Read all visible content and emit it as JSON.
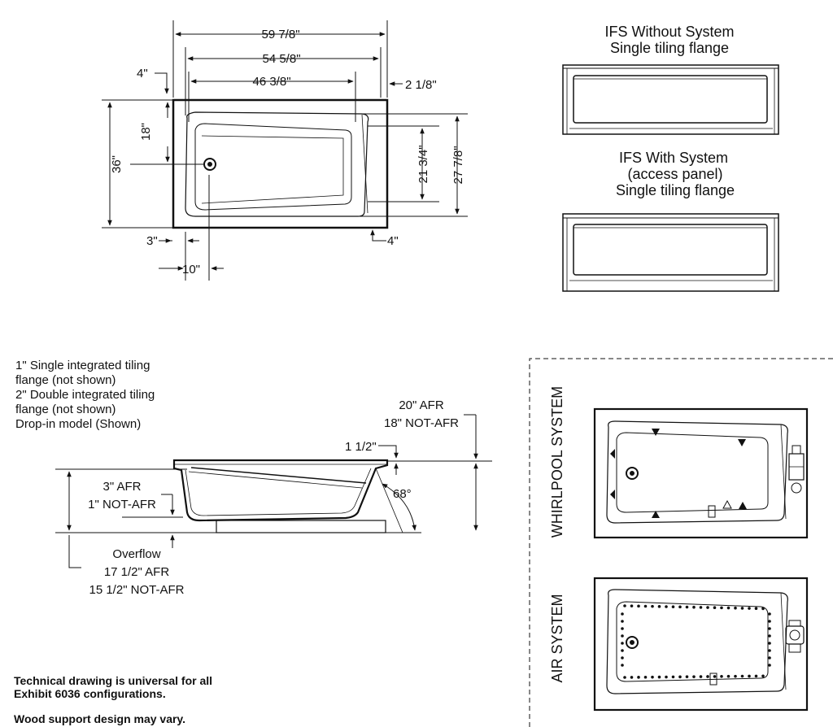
{
  "plan_view": {
    "dimensions": {
      "overall_length": "59 7/8\"",
      "rim_length": "54 5/8\"",
      "bottom_length": "46 3/8\"",
      "left_offset": "4\"",
      "right_offset": "2 1/8\"",
      "drain_from_edge": "18\"",
      "overall_width": "36\"",
      "bottom_width": "21 3/4\"",
      "rim_width": "27 7/8\"",
      "drain_inset_small": "3\"",
      "right_bottom_offset": "4\"",
      "drain_to_wall": "10\""
    }
  },
  "ifs_views": {
    "without_system_title": [
      "IFS Without System",
      "Single tiling flange"
    ],
    "with_system_title": [
      "IFS With System",
      "(access panel)",
      "Single tiling flange"
    ]
  },
  "notes": {
    "flange_lines": [
      "1\" Single integrated tiling",
      "flange (not shown)",
      "2\" Double integrated tiling",
      "flange (not shown)",
      "Drop-in model (Shown)"
    ],
    "bottom_notes": [
      "Technical drawing is universal for all",
      "Exhibit 6036 configurations."
    ],
    "wood_note": "Wood support design may vary."
  },
  "side_view": {
    "height_afr": "20\" AFR",
    "height_not_afr": "18\" NOT-AFR",
    "rim_height": "1 1/2\"",
    "base_afr": "3\" AFR",
    "base_not_afr": "1\" NOT-AFR",
    "angle": "68°",
    "overflow_label": "Overflow",
    "overflow_afr": "17 1/2\" AFR",
    "overflow_not_afr": "15 1/2\" NOT-AFR"
  },
  "systems": {
    "whirlpool_label": "WHIRLPOOL SYSTEM",
    "air_label": "AIR SYSTEM"
  }
}
